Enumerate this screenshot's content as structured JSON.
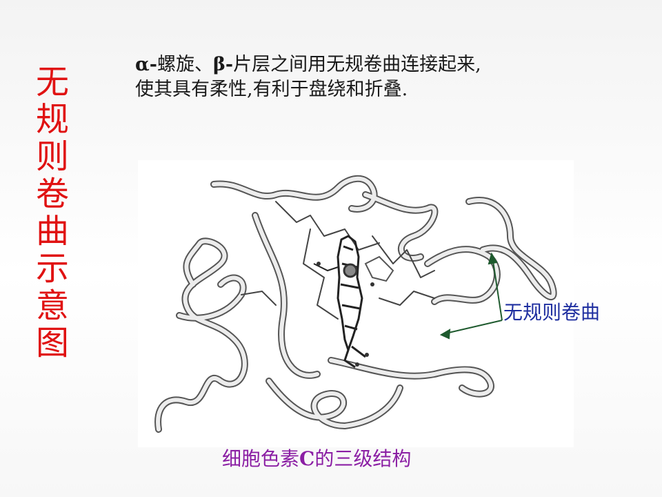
{
  "slide": {
    "side_title": [
      "无",
      "规",
      "则",
      "卷",
      "曲",
      "示",
      "意",
      "图"
    ],
    "intro": {
      "line1": {
        "alpha": "α-",
        "part1": "螺旋、",
        "beta": "β-",
        "part2": "片层之间用无规卷曲连接起来,"
      },
      "line2": "使其具有柔性,有利于盘绕和折叠."
    },
    "callout_label": "无规则卷曲",
    "caption": {
      "prefix": "细胞色素",
      "letter": "C",
      "suffix": "的三级结构"
    }
  },
  "colors": {
    "side_title": "#e01212",
    "intro_text": "#1a1a1a",
    "callout_label": "#1f2fa0",
    "callout_arrow": "#1e5a2e",
    "caption": "#8b1fa4"
  }
}
